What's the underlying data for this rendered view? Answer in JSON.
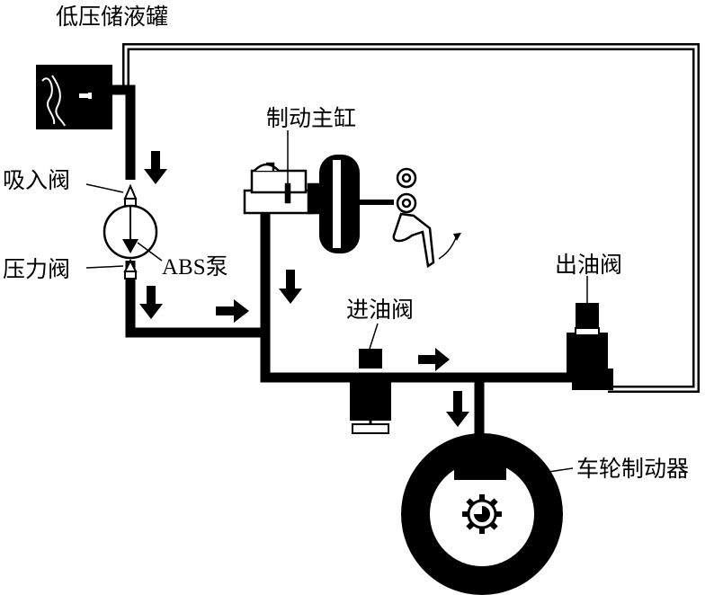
{
  "labels": {
    "reservoir": "低压储液罐",
    "master_cylinder": "制动主缸",
    "suction_valve": "吸入阀",
    "pressure_valve": "压力阀",
    "abs_pump": "ABS泵",
    "outlet_valve": "出油阀",
    "inlet_valve": "进油阀",
    "wheel_brake": "车轮制动器"
  },
  "colors": {
    "line": "#000000",
    "background": "#ffffff",
    "component_fill": "#ffffff",
    "shade": "#cccccc"
  },
  "icons": {
    "pump": "abs-pump-icon",
    "pedal": "brake-pedal-icon",
    "booster": "vacuum-booster-icon",
    "gear": "gear-icon",
    "flow_arrow": "flow-arrow-icon"
  }
}
